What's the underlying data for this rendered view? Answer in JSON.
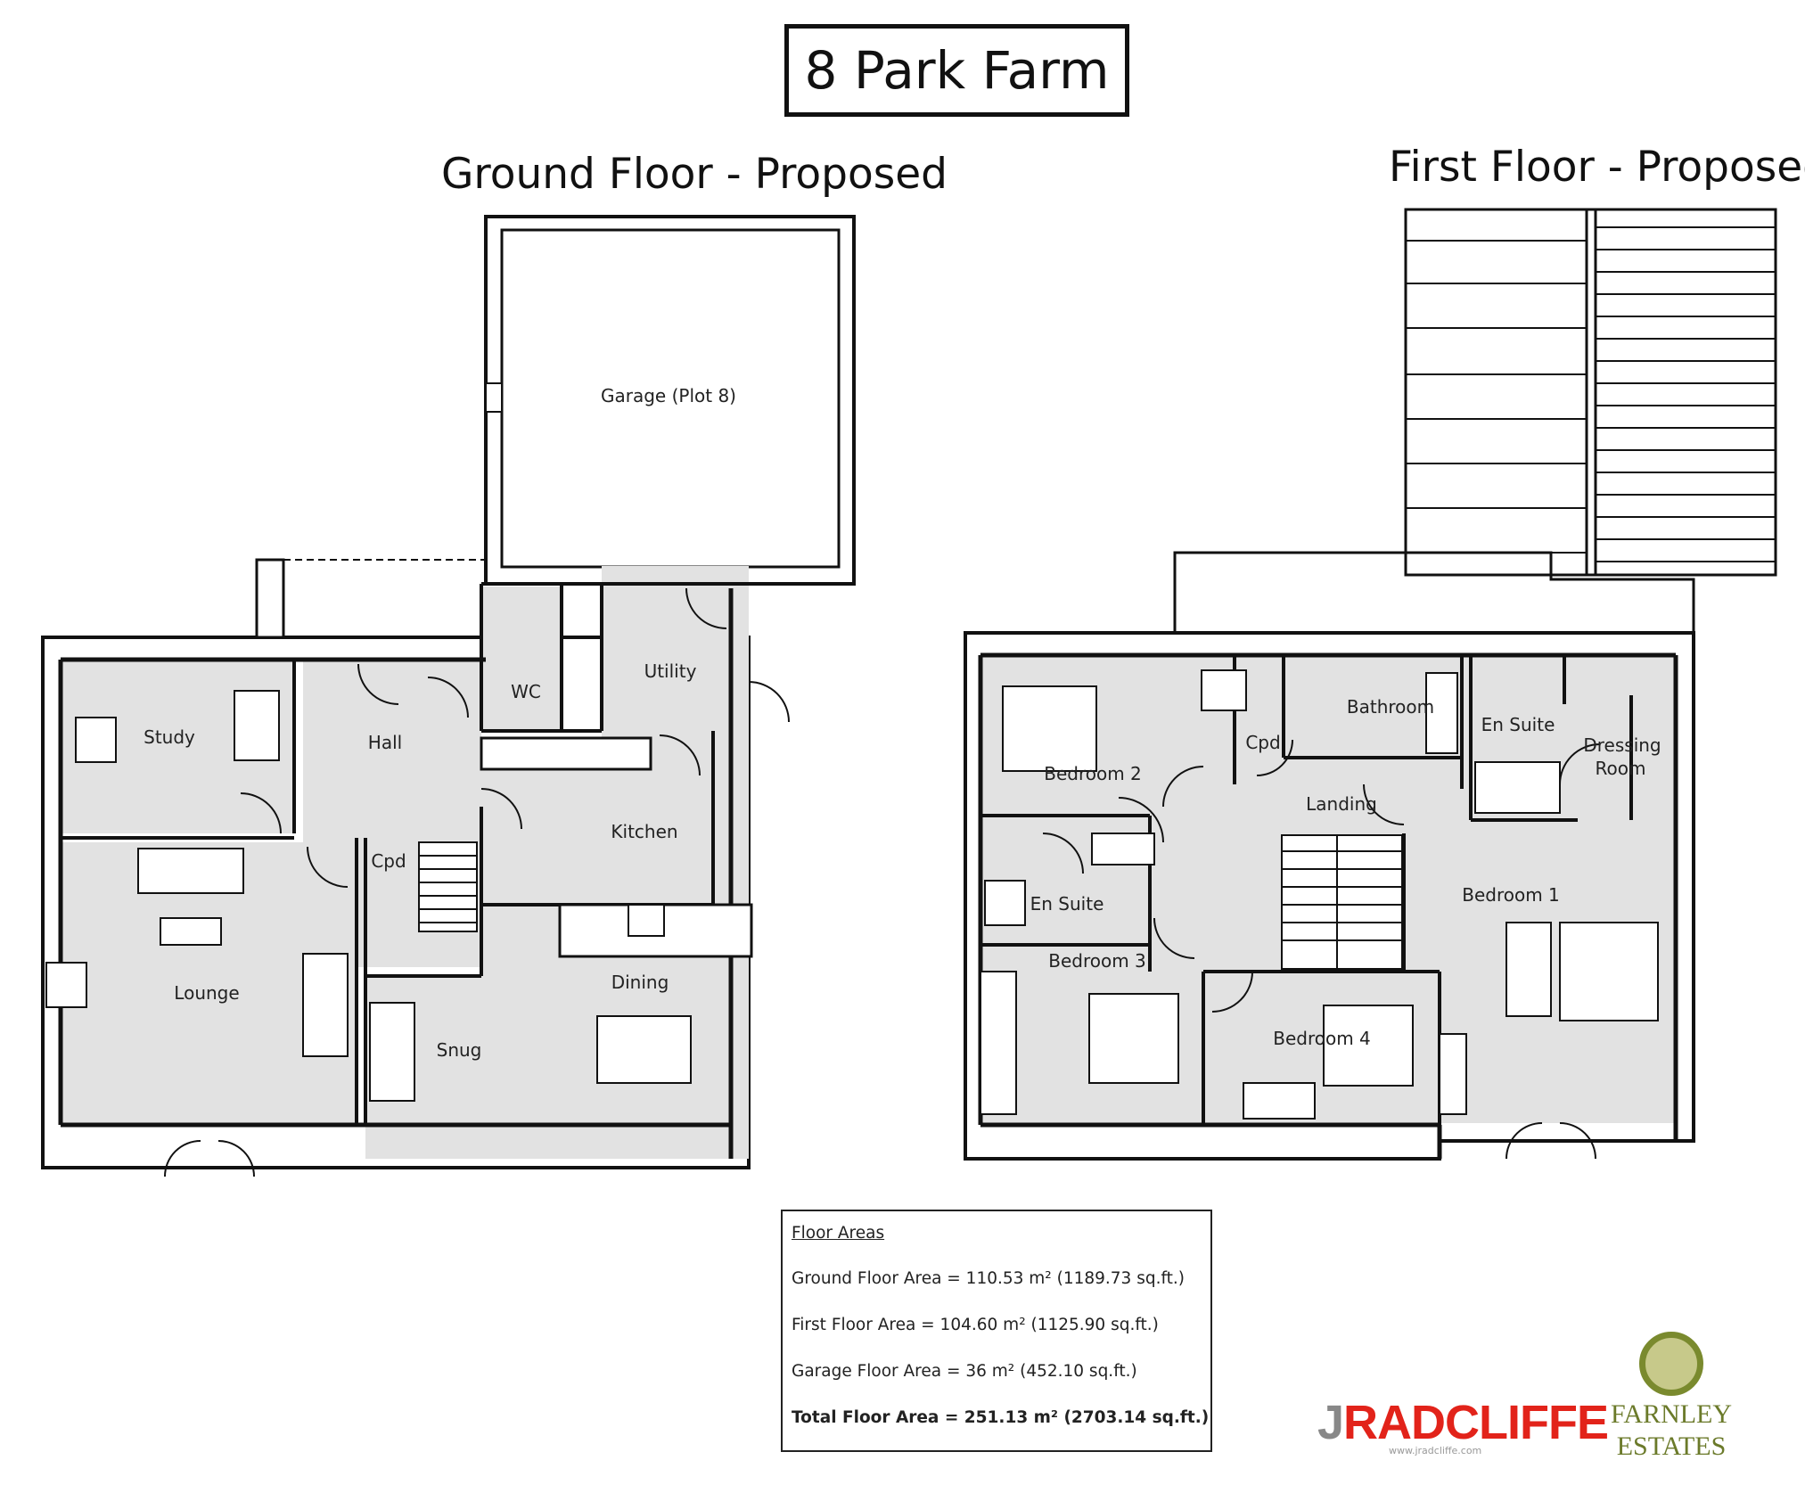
{
  "title": "8 Park Farm",
  "ground_floor": {
    "heading": "Ground Floor - Proposed",
    "rooms": {
      "garage": "Garage (Plot 8)",
      "wc": "WC",
      "utility": "Utility",
      "study": "Study",
      "hall": "Hall",
      "kitchen": "Kitchen",
      "cpd": "Cpd",
      "lounge": "Lounge",
      "dining": "Dining",
      "snug": "Snug"
    }
  },
  "first_floor": {
    "heading": "First Floor - Proposed",
    "rooms": {
      "bathroom": "Bathroom",
      "en_suite_1": "En Suite",
      "cpd": "Cpd",
      "bedroom_2": "Bedroom 2",
      "dressing_room_1": "Dressing",
      "dressing_room_2": "Room",
      "landing": "Landing",
      "en_suite_3": "En Suite",
      "bedroom_1": "Bedroom 1",
      "bedroom_3": "Bedroom 3",
      "bedroom_4": "Bedroom 4"
    }
  },
  "floor_areas": {
    "heading": "Floor Areas",
    "ground": "Ground Floor Area = 110.53 m² (1189.73 sq.ft.)",
    "first": "First Floor Area = 104.60 m² (1125.90 sq.ft.)",
    "garage": "Garage Floor Area = 36 m² (452.10 sq.ft.)",
    "total": "Total Floor Area = 251.13 m² (2703.14 sq.ft.)"
  },
  "logos": {
    "radcliffe_j": "J",
    "radcliffe_rest": "RADCLIFFE",
    "radcliffe_url": "www.jradcliffe.com",
    "farnley_1": "FARNLEY",
    "farnley_2": "ESTATES"
  },
  "colors": {
    "wall": "#111111",
    "floor_fill": "#e2e2e2",
    "radcliffe_red": "#e2231a",
    "farnley_green": "#7a8a2e"
  }
}
